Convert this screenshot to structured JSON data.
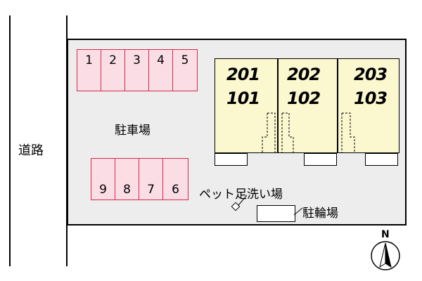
{
  "road_label": "道路",
  "parking_label": "駐車場",
  "parking_top": [
    "1",
    "2",
    "3",
    "4",
    "5"
  ],
  "parking_bottom": [
    "9",
    "8",
    "7",
    "6"
  ],
  "rooms_upper": [
    "201",
    "202",
    "203"
  ],
  "rooms_lower": [
    "101",
    "102",
    "103"
  ],
  "pet_wash_label": "ペット足洗い場",
  "bicycle_label": "駐輪場",
  "compass_label": "N",
  "colors": {
    "parking_fill": "#fbdde6",
    "parking_border": "#d22a4d",
    "building_fill": "#fbf8cf",
    "site_fill": "#ededed"
  }
}
